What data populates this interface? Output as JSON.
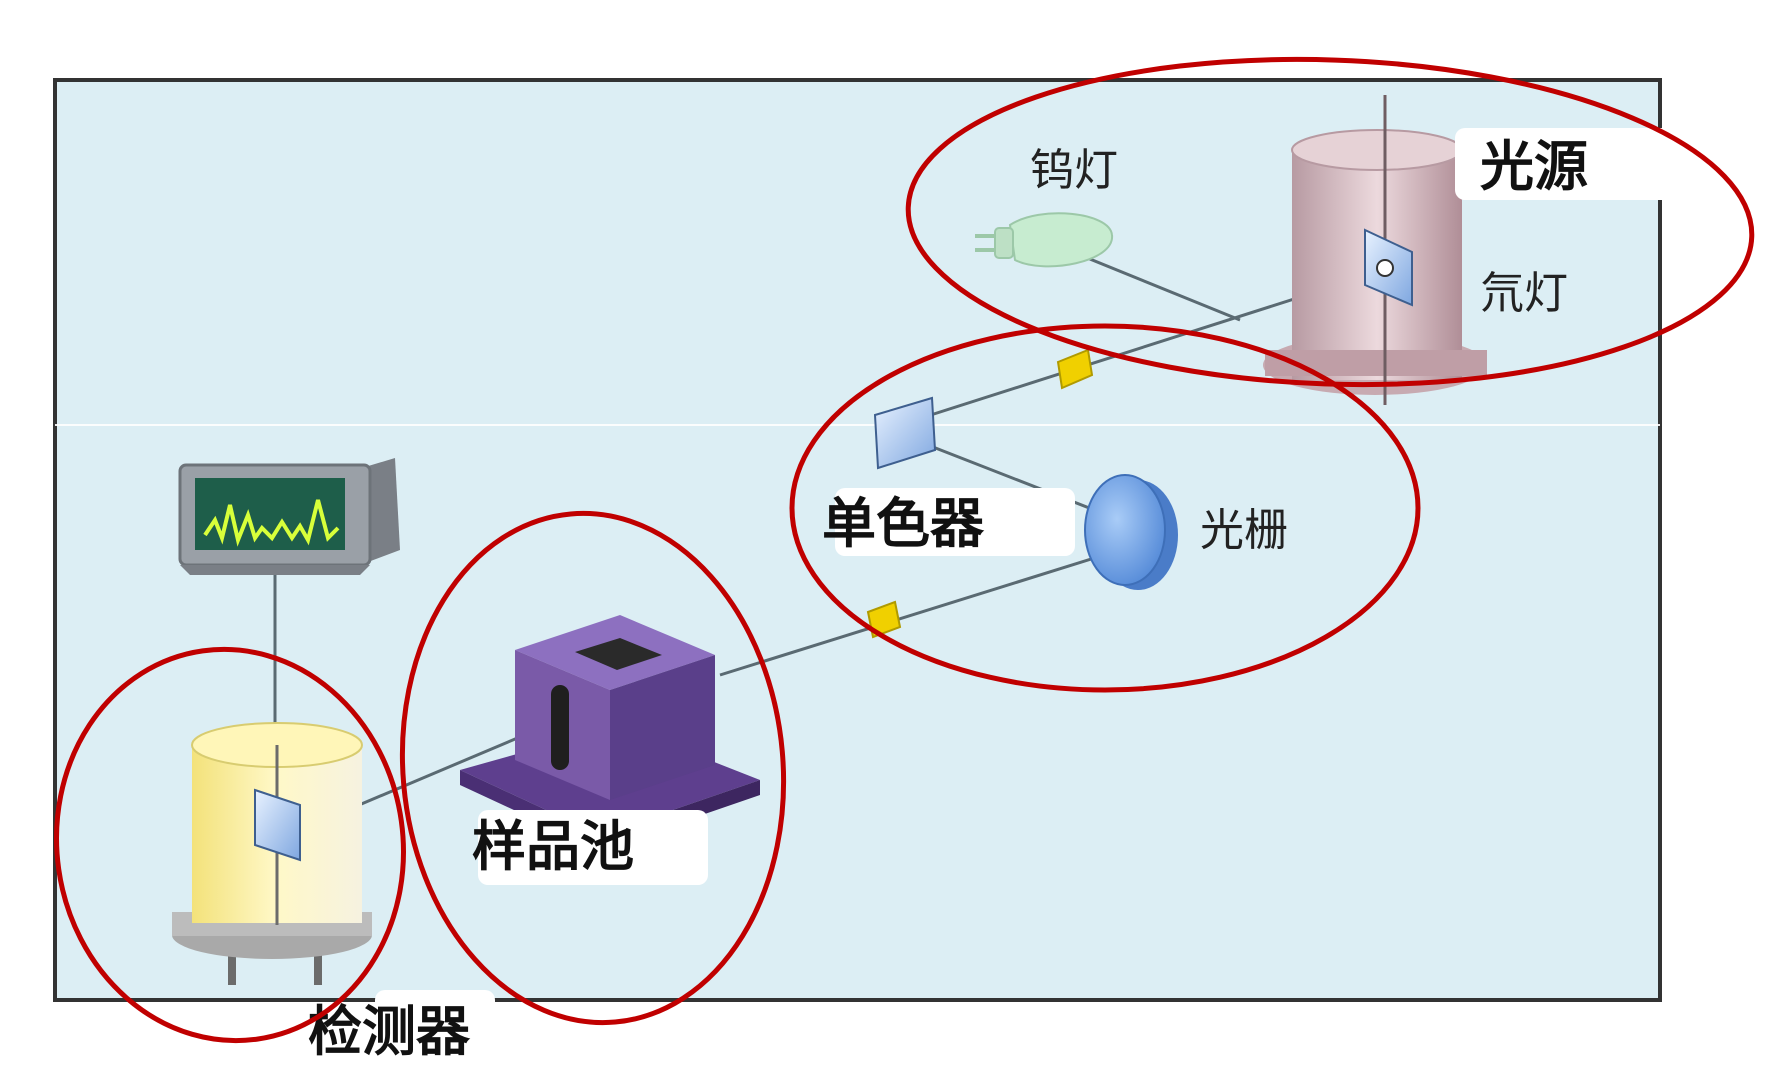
{
  "labels": {
    "light_source": "光源",
    "tungsten_lamp": "钨灯",
    "deuterium_lamp": "氘灯",
    "monochromator": "单色器",
    "grating": "光栅",
    "sample_cell": "样品池",
    "detector": "检测器"
  },
  "colors": {
    "panel_fill": "#dceef4",
    "panel_border": "#333333",
    "circle_stroke": "#c00000",
    "lamp_cylinder": "#d9bcc2",
    "tungsten_bulb": "#c7ecd0",
    "grating": "#6fa8e8",
    "sample_cell": "#7a5aa8",
    "detector": "#fff3a0",
    "monitor_screen": "#1e5e4a",
    "signal_trace": "#d8ff3a",
    "filter": "#f0d000"
  }
}
